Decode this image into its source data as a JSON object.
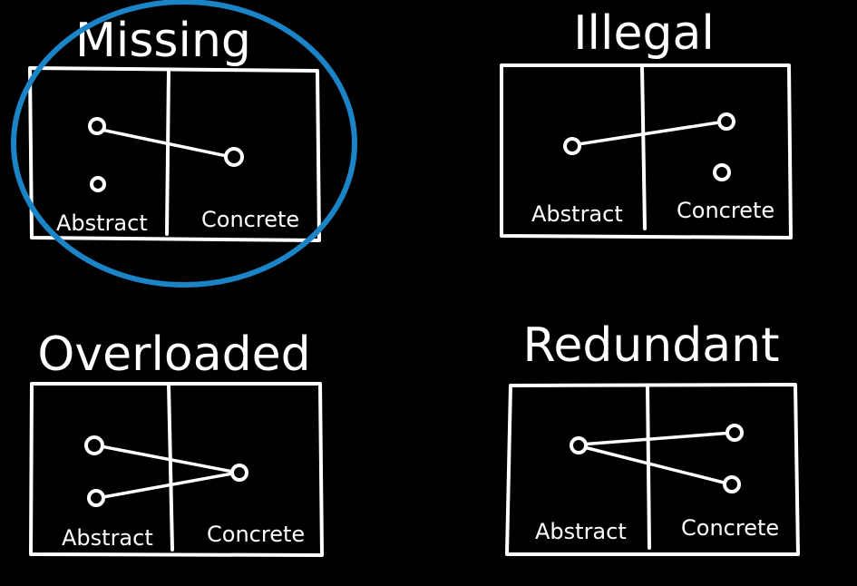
{
  "panels": [
    {
      "title": "Missing",
      "left_label": "Abstract",
      "right_label": "Concrete",
      "highlighted": true
    },
    {
      "title": "Illegal",
      "left_label": "Abstract",
      "right_label": "Concrete",
      "highlighted": false
    },
    {
      "title": "Overloaded",
      "left_label": "Abstract",
      "right_label": "Concrete",
      "highlighted": false
    },
    {
      "title": "Redundant",
      "left_label": "Abstract",
      "right_label": "Concrete",
      "highlighted": false
    }
  ],
  "colors": {
    "background": "#000000",
    "ink": "#ffffff",
    "highlight": "#1a84c7"
  }
}
